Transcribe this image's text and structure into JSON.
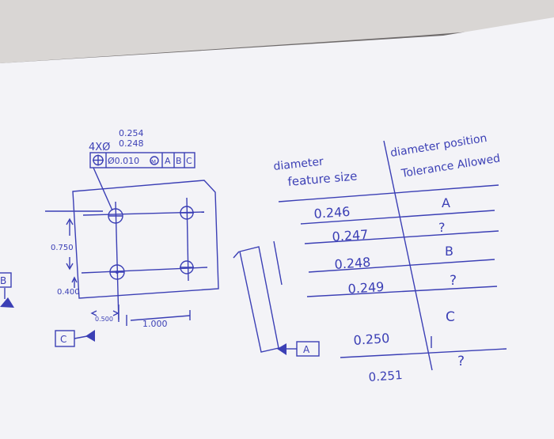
{
  "drawing": {
    "callout": {
      "hole_spec_prefix": "4XØ",
      "size_upper": "0.254",
      "size_lower": "0.248",
      "fcf_symbol": "⊕",
      "fcf_tolerance": "Ø0.010",
      "fcf_modifier": "M",
      "fcf_datum_1": "A",
      "fcf_datum_2": "B",
      "fcf_datum_3": "C"
    },
    "dimensions": {
      "vertical_outer": "0.750",
      "vertical_inner": "0.400",
      "horizontal_short": "0.500",
      "horizontal_long": "1.000"
    },
    "datums": {
      "left": "B",
      "bottom": "C",
      "side_view": "A"
    }
  },
  "table": {
    "header_left_line1": "diameter",
    "header_left_line2": "feature size",
    "header_right_line1": "diameter position",
    "header_right_line2": "Tolerance Allowed",
    "rows": [
      {
        "size": "0.246",
        "tolerance": "A"
      },
      {
        "size": "0.247",
        "tolerance": "?"
      },
      {
        "size": "0.248",
        "tolerance": "B"
      },
      {
        "size": "0.249",
        "tolerance": "?"
      },
      {
        "size": "0.250",
        "tolerance": "C"
      },
      {
        "size": "0.251",
        "tolerance": "?"
      }
    ]
  },
  "colors": {
    "ink": "#3b3fb5",
    "paper": "#f3f3f7",
    "background": "#6e6a6a"
  }
}
